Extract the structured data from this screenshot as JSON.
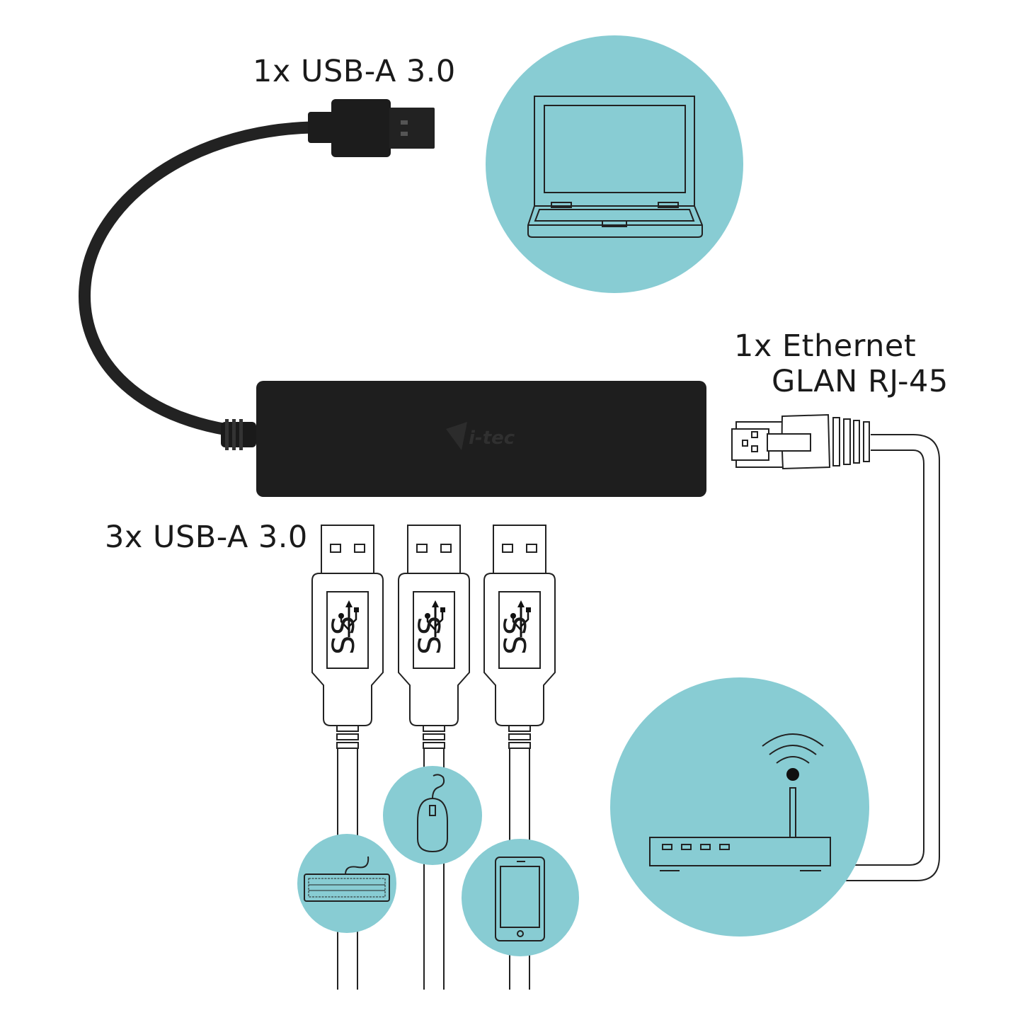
{
  "labels": {
    "host_connector": "1x USB-A 3.0",
    "ethernet_line1": "1x Ethernet",
    "ethernet_line2": "GLAN RJ-45",
    "usb_ports": "3x USB-A 3.0"
  },
  "brand": {
    "logo_text": "i-tec"
  },
  "usb_port_badge": "SS",
  "colors": {
    "circle": "#88ccd3",
    "hub": "#1e1e1e",
    "line": "#222222"
  }
}
